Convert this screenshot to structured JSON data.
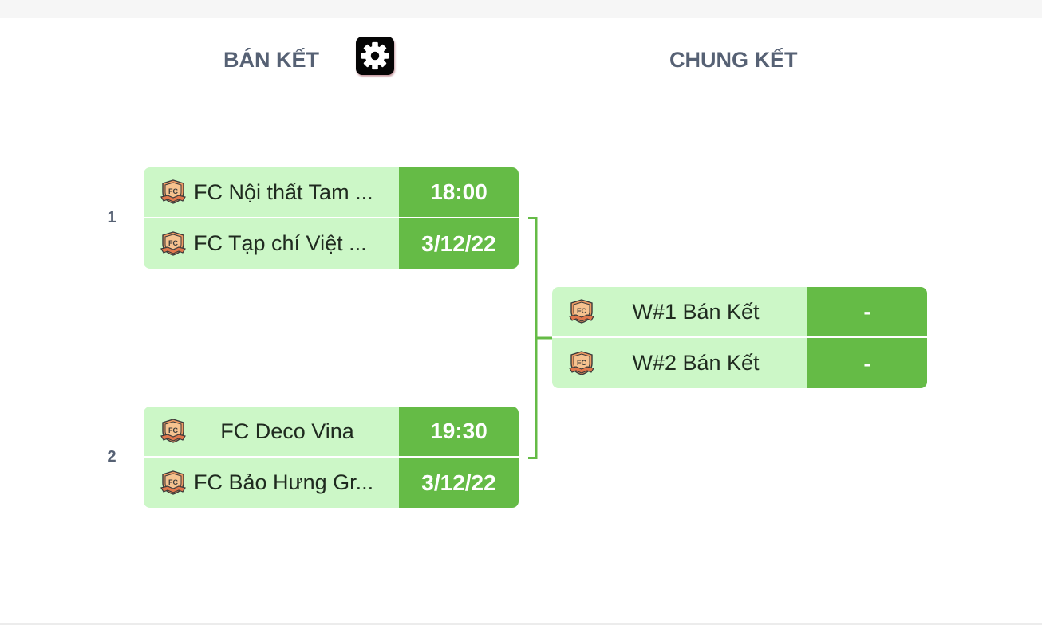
{
  "rounds": {
    "semifinal": "BÁN KẾT",
    "final": "CHUNG KẾT"
  },
  "settings_icon": "gear-icon",
  "colors": {
    "team_cell_bg": "#ccf7c7",
    "score_cell_bg": "#65bb46",
    "title_text": "#566174",
    "connector": "#65bb46"
  },
  "matches": [
    {
      "number": "1",
      "teams": [
        {
          "name": "FC Nội thất Tam ...",
          "crest": "fc-crest-icon",
          "info": "18:00"
        },
        {
          "name": "FC Tạp chí Việt ...",
          "crest": "fc-crest-icon",
          "info": "3/12/22"
        }
      ]
    },
    {
      "number": "2",
      "teams": [
        {
          "name": "FC Deco Vina",
          "crest": "fc-crest-icon",
          "info": "19:30"
        },
        {
          "name": "FC Bảo Hưng Gr...",
          "crest": "fc-crest-icon",
          "info": "3/12/22"
        }
      ]
    }
  ],
  "final_match": {
    "teams": [
      {
        "name": "W#1 Bán Kết",
        "crest": "fc-crest-icon",
        "score": "-"
      },
      {
        "name": "W#2 Bán Kết",
        "crest": "fc-crest-icon",
        "score": "-"
      }
    ]
  }
}
